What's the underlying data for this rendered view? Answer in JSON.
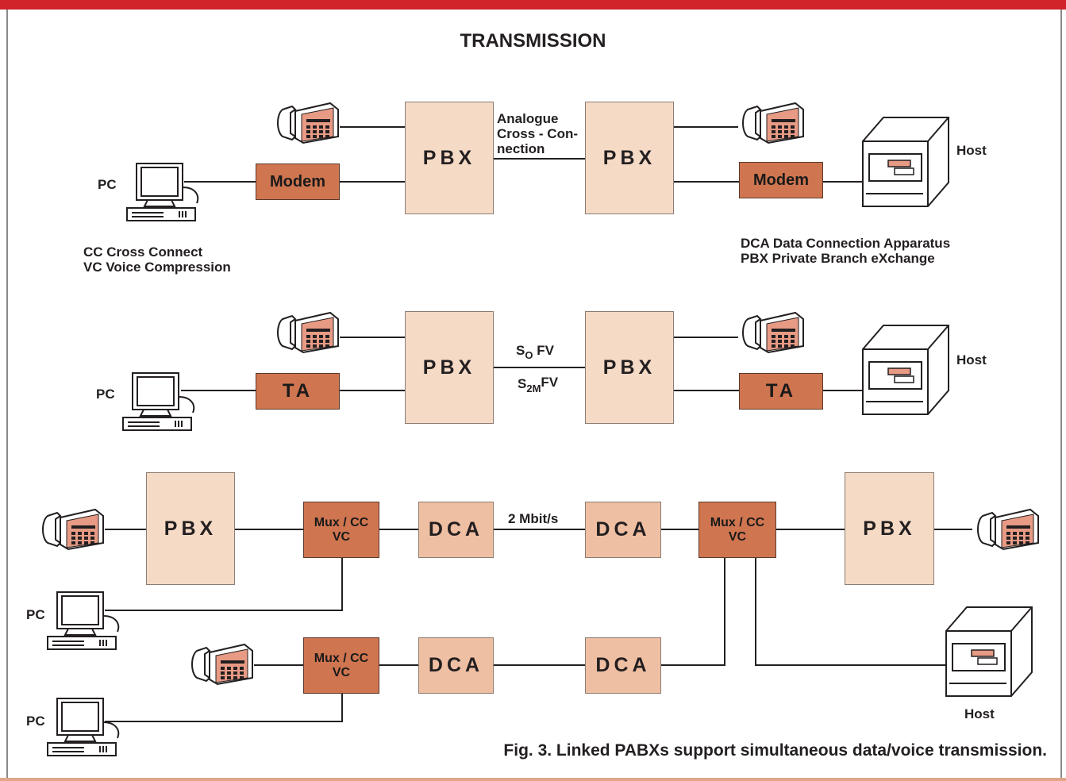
{
  "title": "TRANSMISSION",
  "caption": "Fig. 3. Linked PABXs support simultaneous data/voice transmission.",
  "labels": {
    "pc": "PC",
    "host": "Host",
    "pbx": "PBX",
    "dca": "DCA",
    "modem": "Modem",
    "ta": "TA",
    "mux_line1": "Mux / CC",
    "mux_line2": "VC"
  },
  "section1": {
    "link_line1": "Analogue",
    "link_line2": "Cross - Con-",
    "link_line3": "nection"
  },
  "section2": {
    "link_s0": "S",
    "link_s0_sub": "O",
    "link_s0_suffix": "FV",
    "link_s2m": "S",
    "link_s2m_sub": "2M",
    "link_s2m_suffix": "FV"
  },
  "section3": {
    "link_label": "2 Mbit/s"
  },
  "legend_left": [
    "CC Cross Connect",
    "VC Voice Compression"
  ],
  "legend_right": [
    "DCA Data Connection Apparatus",
    "PBX Private Branch eXchange"
  ],
  "colors": {
    "accent_red": "#d0232a",
    "pbx_fill": "#f5dac6",
    "dca_fill": "#efbfa3",
    "device_fill": "#cf7550"
  }
}
